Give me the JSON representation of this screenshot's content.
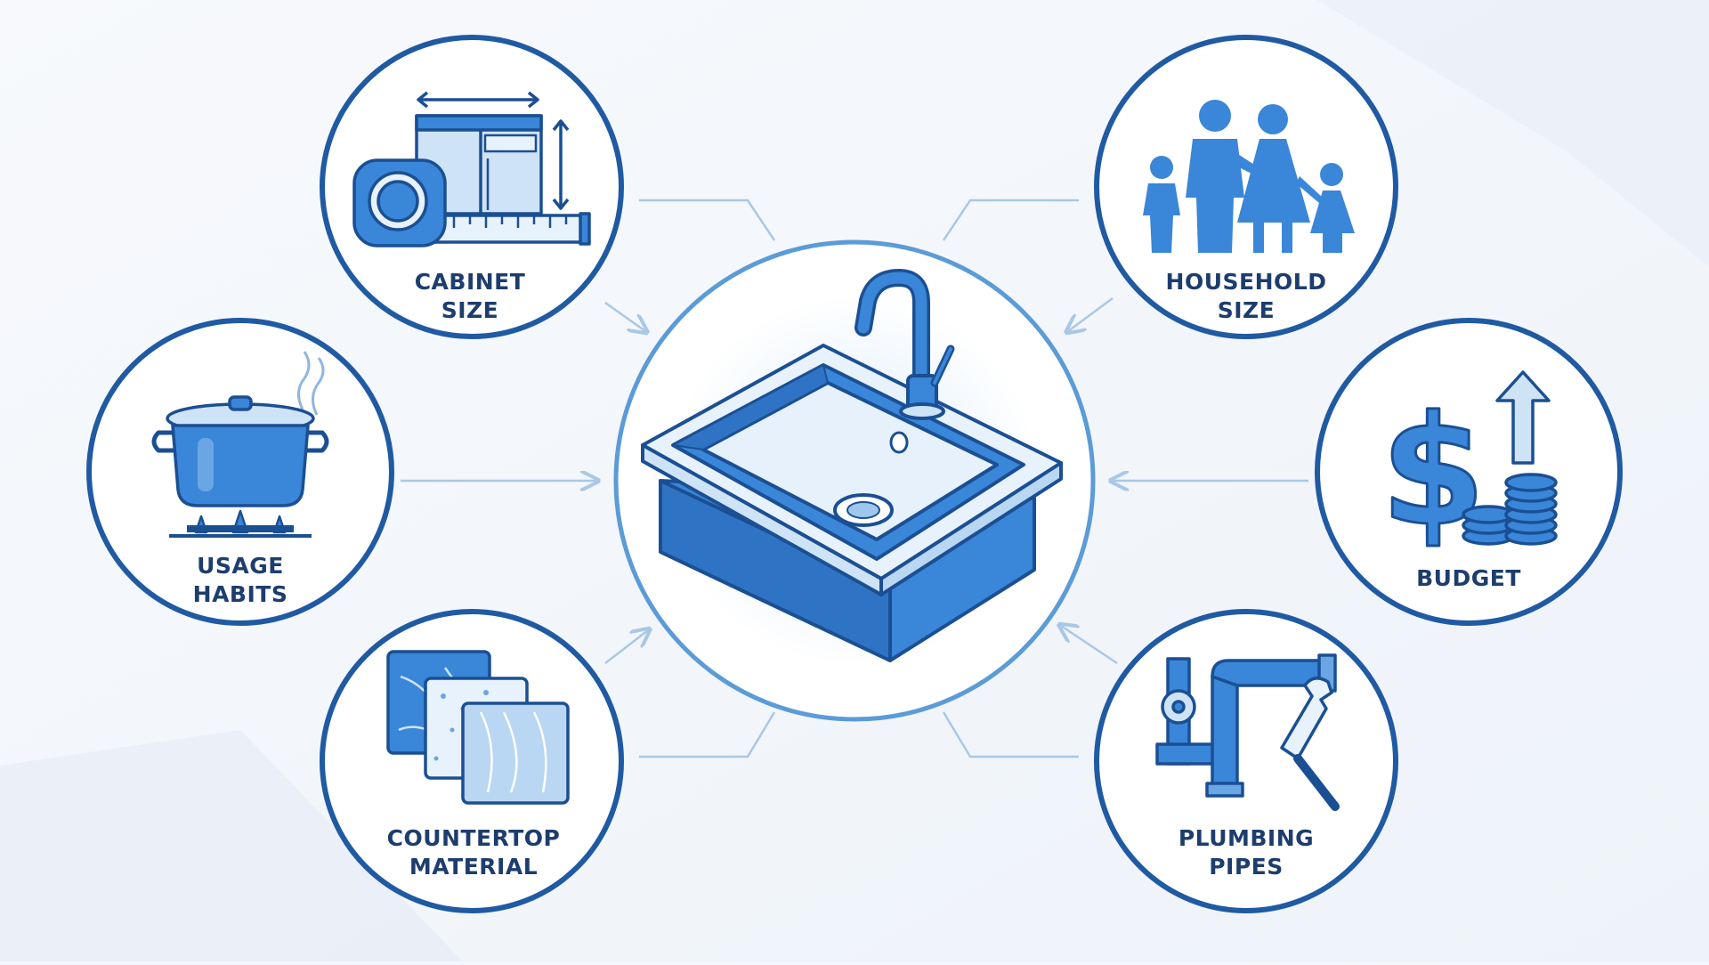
{
  "colors": {
    "background": "#f4f7fb",
    "ring": "#1f5aa3",
    "icon_fill": "#3a86d8",
    "icon_light": "#cfe3f7",
    "icon_outline": "#1b4f93",
    "label": "#1d3d6e",
    "connector": "#a9c8e6"
  },
  "center": {
    "icon": "kitchen-sink-icon"
  },
  "factors": [
    {
      "id": "cabinet",
      "line1": "CABINET",
      "line2": "SIZE",
      "icon": "cabinet-measure-icon"
    },
    {
      "id": "household",
      "line1": "HOUSEHOLD",
      "line2": "SIZE",
      "icon": "family-icon"
    },
    {
      "id": "usage",
      "line1": "USAGE",
      "line2": "HABITS",
      "icon": "cooking-pot-icon"
    },
    {
      "id": "budget",
      "line1": "BUDGET",
      "line2": "",
      "icon": "dollar-coins-icon"
    },
    {
      "id": "countertop",
      "line1": "COUNTERTOP",
      "line2": "MATERIAL",
      "icon": "material-samples-icon"
    },
    {
      "id": "plumbing",
      "line1": "PLUMBING",
      "line2": "PIPES",
      "icon": "pipes-wrench-icon"
    }
  ]
}
